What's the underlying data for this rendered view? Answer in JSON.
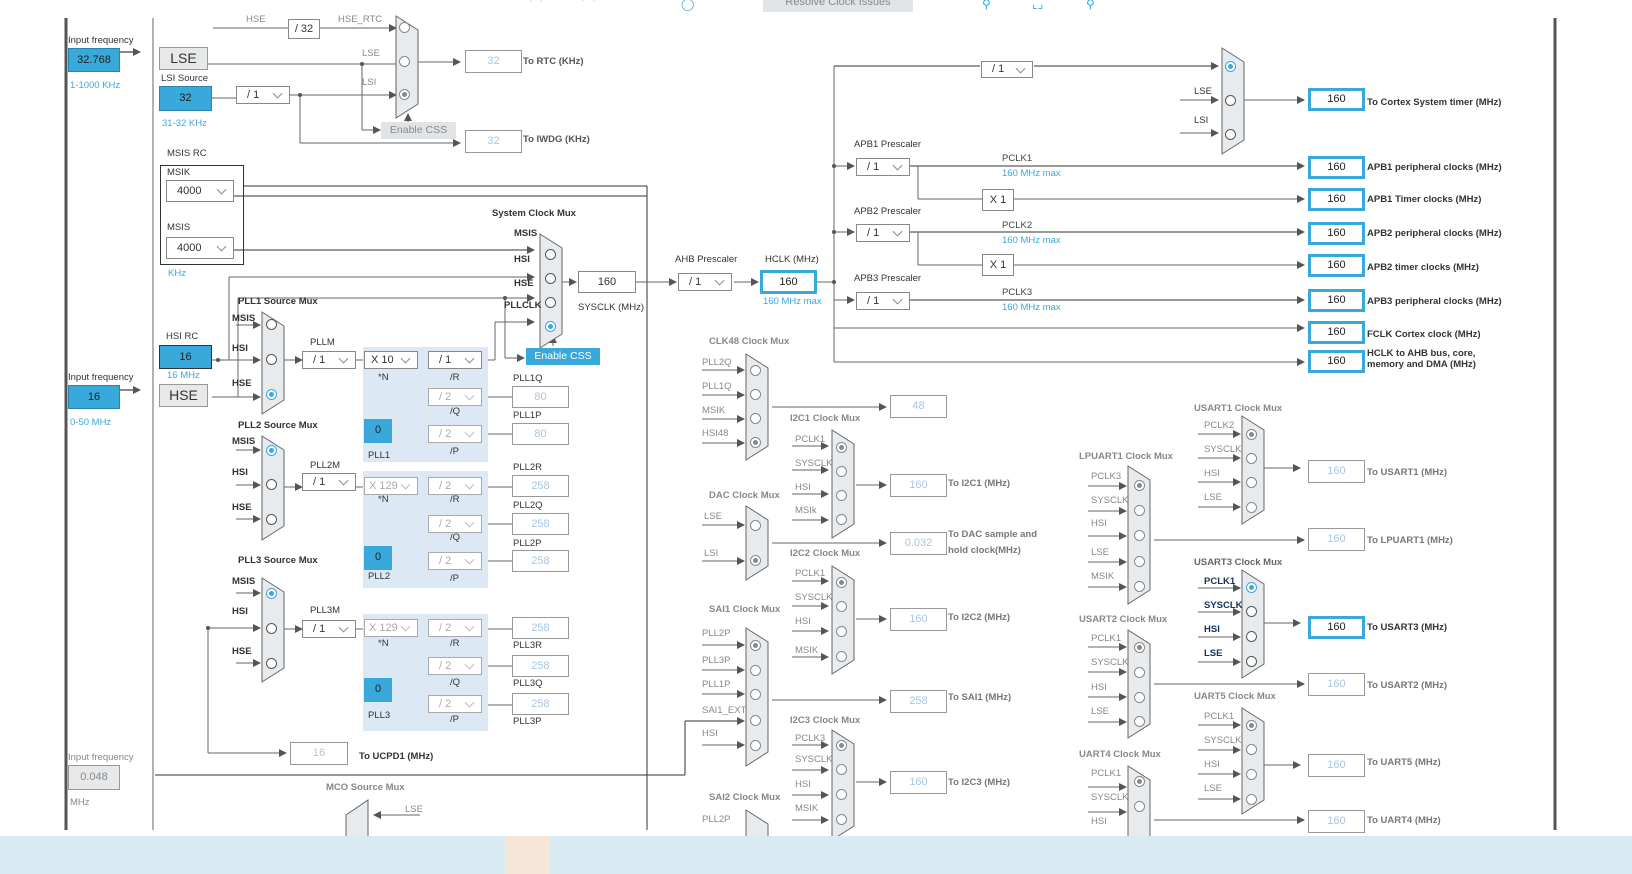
{
  "toolbar": {
    "resolve_label": "Resolve Clock Issues",
    "icons": [
      "undo-icon",
      "redo-icon",
      "refresh-icon",
      "zoom-in-icon",
      "fit-icon",
      "zoom-out-icon"
    ]
  },
  "lse_input": {
    "label": "Input frequency",
    "value": "32.768",
    "range": "1-1000 KHz"
  },
  "hse_input": {
    "label": "Input frequency",
    "value": "16",
    "range": "0-50 MHz"
  },
  "ext_input": {
    "label": "Input frequency",
    "value": "0.048",
    "unit": "MHz"
  },
  "lse_label": "LSE",
  "hse_label": "HSE",
  "lsi": {
    "title": "LSI Source",
    "value": "32",
    "range": "31-32 KHz",
    "div": "/ 1"
  },
  "rtc": {
    "hse_label": "HSE",
    "div": "/ 32",
    "hse_rtc_label": "HSE_RTC",
    "lse_label": "LSE",
    "lsi_label": "LSI",
    "out_value": "32",
    "out_label": "To RTC (KHz)",
    "css_label": "Enable CSS",
    "iwdg_value": "32",
    "iwdg_label": "To IWDG (KHz)"
  },
  "msis_rc": {
    "title": "MSIS RC",
    "msik_label": "MSIK",
    "msik_value": "4000",
    "msis_label": "MSIS",
    "msis_value": "4000",
    "unit": "KHz"
  },
  "hsi_rc": {
    "title": "HSI RC",
    "value": "16",
    "freq": "16 MHz"
  },
  "sysmux": {
    "title": "System Clock Mux",
    "inputs": [
      "MSIS",
      "HSI",
      "HSE",
      "PLLCLK"
    ],
    "selected": 3,
    "out_value": "160",
    "out_label": "SYSCLK (MHz)",
    "css_label": "Enable CSS"
  },
  "pll1": {
    "mux_title": "PLL1 Source Mux",
    "inputs": [
      "MSIS",
      "HSI",
      "HSE"
    ],
    "selected": 2,
    "m_label": "PLLM",
    "m": "/ 1",
    "n": "X 10",
    "n_label": "*N",
    "r": "/ 1",
    "r_label": "/R",
    "q": "/ 2",
    "q_label": "/Q",
    "p": "/ 2",
    "p_label": "/P",
    "frac": "0",
    "name": "PLL1",
    "outs": [
      {
        "label": "PLL1Q",
        "value": "80"
      },
      {
        "label": "PLL1P",
        "value": "80"
      }
    ]
  },
  "pll2": {
    "mux_title": "PLL2 Source Mux",
    "inputs": [
      "MSIS",
      "HSI",
      "HSE"
    ],
    "selected": 0,
    "m_label": "PLL2M",
    "m": "/ 1",
    "n": "X 129",
    "n_label": "*N",
    "r": "/ 2",
    "r_label": "/R",
    "q": "/ 2",
    "q_label": "/Q",
    "p": "/ 2",
    "p_label": "/P",
    "frac": "0",
    "name": "PLL2",
    "outs": [
      {
        "label": "PLL2R",
        "value": "258"
      },
      {
        "label": "PLL2Q",
        "value": "258"
      },
      {
        "label": "PLL2P",
        "value": "258"
      }
    ]
  },
  "pll3": {
    "mux_title": "PLL3 Source Mux",
    "inputs": [
      "MSIS",
      "HSI",
      "HSE"
    ],
    "selected": 0,
    "m_label": "PLL3M",
    "m": "/ 1",
    "n": "X 129",
    "n_label": "*N",
    "r": "/ 2",
    "r_label": "/R",
    "q": "/ 2",
    "q_label": "/Q",
    "p": "/ 2",
    "p_label": "/P",
    "frac": "0",
    "name": "PLL3",
    "outs": [
      {
        "label": "PLL3R",
        "value": "258"
      },
      {
        "label": "PLL3Q",
        "value": "258"
      },
      {
        "label": "PLL3P",
        "value": "258"
      }
    ]
  },
  "ucpd": {
    "value": "16",
    "label": "To UCPD1 (MHz)"
  },
  "mco": {
    "title": "MCO Source Mux",
    "input": "LSE"
  },
  "ahb": {
    "title": "AHB Prescaler",
    "value": "/ 1",
    "hclk_title": "HCLK (MHz)",
    "hclk": "160",
    "hclk_max": "160 MHz max"
  },
  "apb1": {
    "title": "APB1 Prescaler",
    "value": "/ 1",
    "pclk": "PCLK1",
    "max": "160 MHz max",
    "x": "X 1"
  },
  "apb2": {
    "title": "APB2 Prescaler",
    "value": "/ 1",
    "pclk": "PCLK2",
    "max": "160 MHz max",
    "x": "X 1"
  },
  "apb3": {
    "title": "APB3 Prescaler",
    "value": "/ 1",
    "pclk": "PCLK3",
    "max": "160 MHz max"
  },
  "systick": {
    "div": "/ 1",
    "inputs": [
      "",
      "LSE",
      "LSI"
    ],
    "selected": 0
  },
  "outputs": [
    {
      "value": "160",
      "label": "To Cortex System timer (MHz)"
    },
    {
      "value": "160",
      "label": "APB1 peripheral clocks (MHz)"
    },
    {
      "value": "160",
      "label": "APB1 Timer clocks (MHz)"
    },
    {
      "value": "160",
      "label": "APB2 peripheral clocks (MHz)"
    },
    {
      "value": "160",
      "label": "APB2 timer clocks (MHz)"
    },
    {
      "value": "160",
      "label": "APB3 peripheral clocks (MHz)"
    },
    {
      "value": "160",
      "label": "FCLK Cortex clock (MHz)"
    },
    {
      "value": "160",
      "label": "HCLK to AHB bus, core, memory and DMA (MHz)"
    }
  ],
  "clk48": {
    "title": "CLK48 Clock Mux",
    "inputs": [
      "PLL2Q",
      "PLL1Q",
      "MSIK",
      "HSI48"
    ],
    "selected": 3,
    "value": "48"
  },
  "i2c1": {
    "title": "I2C1 Clock Mux",
    "inputs": [
      "PCLK1",
      "SYSCLK",
      "HSI",
      "MSIk"
    ],
    "selected": 0,
    "value": "160",
    "label": "To I2C1 (MHz)"
  },
  "dac": {
    "title": "DAC Clock Mux",
    "inputs": [
      "LSE",
      "LSI"
    ],
    "selected": 1,
    "value": "0.032",
    "label1": "To DAC sample and",
    "label2": "hold clock(MHz)"
  },
  "i2c2": {
    "title": "I2C2 Clock Mux",
    "inputs": [
      "PCLK1",
      "SYSCLK",
      "HSI",
      "MSIK"
    ],
    "selected": 0,
    "value": "160",
    "label": "To I2C2 (MHz)"
  },
  "sai1": {
    "title": "SAI1 Clock Mux",
    "inputs": [
      "PLL2P",
      "PLL3P",
      "PLL1P",
      "SAI1_EXT",
      "HSI"
    ],
    "selected": 0,
    "value": "258",
    "label": "To SAI1 (MHz)"
  },
  "i2c3": {
    "title": "I2C3 Clock Mux",
    "inputs": [
      "PCLK3",
      "SYSCLK",
      "HSI",
      "MSIK"
    ],
    "selected": 0,
    "value": "160",
    "label": "To I2C3 (MHz)"
  },
  "sai2": {
    "title": "SAI2 Clock Mux",
    "inputs": [
      "PLL2P"
    ]
  },
  "usart1": {
    "title": "USART1 Clock Mux",
    "inputs": [
      "PCLK2",
      "SYSCLK",
      "HSI",
      "LSE"
    ],
    "selected": 0,
    "value": "160",
    "label": "To USART1 (MHz)"
  },
  "lpuart1": {
    "title": "LPUART1 Clock Mux",
    "inputs": [
      "PCLK3",
      "SYSCLK",
      "HSI",
      "LSE",
      "MSIK"
    ],
    "selected": 0,
    "value": "160",
    "label": "To LPUART1 (MHz)"
  },
  "usart3": {
    "title": "USART3 Clock Mux",
    "inputs": [
      "PCLK1",
      "SYSCLK",
      "HSI",
      "LSE"
    ],
    "selected": 0,
    "value": "160",
    "label": "To USART3 (MHz)"
  },
  "usart2": {
    "title": "USART2 Clock Mux",
    "inputs": [
      "PCLK1",
      "SYSCLK",
      "HSI",
      "LSE"
    ],
    "selected": 0,
    "value": "160",
    "label": "To USART2 (MHz)"
  },
  "uart5": {
    "title": "UART5 Clock Mux",
    "inputs": [
      "PCLK1",
      "SYSCLK",
      "HSI",
      "LSE"
    ],
    "selected": 0,
    "value": "160",
    "label": "To UART5 (MHz)"
  },
  "uart4": {
    "title": "UART4 Clock Mux",
    "inputs": [
      "PCLK1",
      "SYSCLK",
      "HSI"
    ],
    "selected": 0,
    "value": "160",
    "label": "To UART4 (MHz)"
  }
}
